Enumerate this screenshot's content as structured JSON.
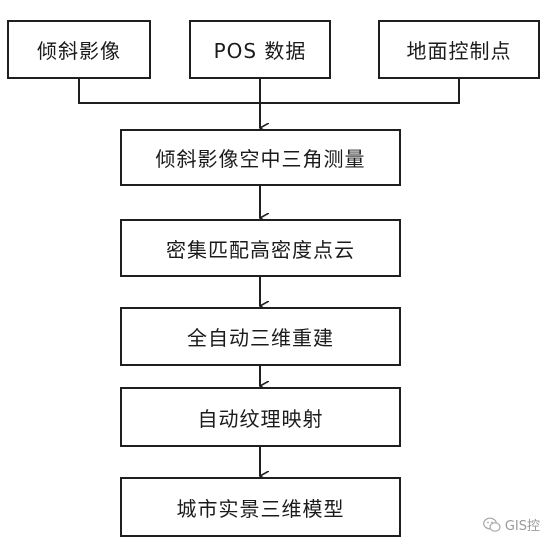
{
  "inputs": [
    {
      "id": "oblique-images",
      "label": "倾斜影像"
    },
    {
      "id": "pos-data",
      "label": "POS 数据"
    },
    {
      "id": "ground-control-points",
      "label": "地面控制点"
    }
  ],
  "steps": [
    {
      "id": "aerial-triangulation",
      "label": "倾斜影像空中三角测量"
    },
    {
      "id": "dense-matching",
      "label": "密集匹配高密度点云"
    },
    {
      "id": "auto-3d-reconstruction",
      "label": "全自动三维重建"
    },
    {
      "id": "auto-texture-mapping",
      "label": "自动纹理映射"
    },
    {
      "id": "city-3d-model",
      "label": "城市实景三维模型"
    }
  ],
  "watermark": {
    "text": "GIS控",
    "icon": "wechat-icon"
  }
}
